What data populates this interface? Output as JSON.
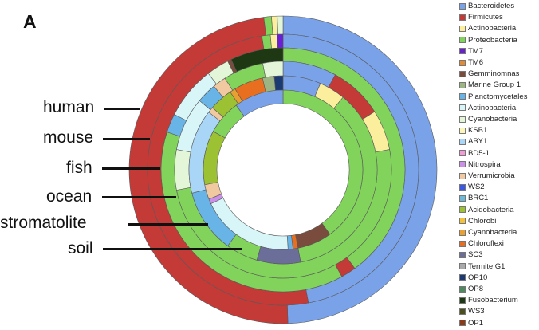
{
  "panel_letter": "A",
  "colors": {
    "Bacteroidetes": "#7aa2e8",
    "Firmicutes": "#c33a37",
    "Actinobacteria": "#fbee9c",
    "Proteobacteria": "#82d35b",
    "TM7": "#6a1fd4",
    "TM6": "#e38b2e",
    "Gemminomnas": "#7a4c3d",
    "Marine Group 1": "#9cb582",
    "Planctomycetales": "#69b4e6",
    "Actinobacteria (2)": "#d8f6f8",
    "Cyanobacteria": "#e4f6d8",
    "KSB1": "#fbf6ba",
    "ABY1": "#a9d6f7",
    "BD5-1": "#f49ad9",
    "Nitrospira": "#cc8fe8",
    "Verrumicrobia": "#f1c9a1",
    "WS2": "#3c59e6",
    "BRC1": "#6fb8d6",
    "Acidobacteria": "#9cc234",
    "Chlorobi": "#f1c23a",
    "Cyanobacteria (2)": "#e8a030",
    "Chloroflexi": "#e86f1f",
    "SC3": "#6b6e99",
    "Termite G1": "#a9a9a9",
    "OP10": "#1c3a72",
    "OP8": "#4f8a5e",
    "Fusobacterium": "#1e3814",
    "WS3": "#4c4e1e",
    "OP1": "#8c3b1a"
  },
  "chart_data": {
    "type": "nested-donut",
    "start_angle_deg": 0,
    "direction": "clockwise",
    "legend": [
      {
        "label": "Bacteroidetes",
        "color_key": "Bacteroidetes"
      },
      {
        "label": "Firmicutes",
        "color_key": "Firmicutes"
      },
      {
        "label": "Actinobacteria",
        "color_key": "Actinobacteria"
      },
      {
        "label": "Proteobacteria",
        "color_key": "Proteobacteria"
      },
      {
        "label": "TM7",
        "color_key": "TM7"
      },
      {
        "label": "TM6",
        "color_key": "TM6"
      },
      {
        "label": "Gemminomnas",
        "color_key": "Gemminomnas"
      },
      {
        "label": "Marine Group 1",
        "color_key": "Marine Group 1"
      },
      {
        "label": "Planctomycetales",
        "color_key": "Planctomycetales"
      },
      {
        "label": "Actinobacteria",
        "color_key": "Actinobacteria (2)"
      },
      {
        "label": "Cyanobacteria",
        "color_key": "Cyanobacteria"
      },
      {
        "label": "KSB1",
        "color_key": "KSB1"
      },
      {
        "label": "ABY1",
        "color_key": "ABY1"
      },
      {
        "label": "BD5-1",
        "color_key": "BD5-1"
      },
      {
        "label": "Nitrospira",
        "color_key": "Nitrospira"
      },
      {
        "label": "Verrumicrobia",
        "color_key": "Verrumicrobia"
      },
      {
        "label": "WS2",
        "color_key": "WS2"
      },
      {
        "label": "BRC1",
        "color_key": "BRC1"
      },
      {
        "label": "Acidobacteria",
        "color_key": "Acidobacteria"
      },
      {
        "label": "Chlorobi",
        "color_key": "Chlorobi"
      },
      {
        "label": "Cyanobacteria",
        "color_key": "Cyanobacteria (2)"
      },
      {
        "label": "Chloroflexi",
        "color_key": "Chloroflexi"
      },
      {
        "label": "SC3",
        "color_key": "SC3"
      },
      {
        "label": "Termite G1",
        "color_key": "Termite G1"
      },
      {
        "label": "OP10",
        "color_key": "OP10"
      },
      {
        "label": "OP8",
        "color_key": "OP8"
      },
      {
        "label": "Fusobacterium",
        "color_key": "Fusobacterium"
      },
      {
        "label": "WS3",
        "color_key": "WS3"
      },
      {
        "label": "OP1",
        "color_key": "OP1"
      }
    ],
    "rings": [
      {
        "name": "human",
        "segments": [
          {
            "key": "Bacteroidetes",
            "value": 49.5
          },
          {
            "key": "Firmicutes",
            "value": 48.5
          },
          {
            "key": "Proteobacteria",
            "value": 0.8
          },
          {
            "key": "Actinobacteria",
            "value": 0.6
          },
          {
            "key": "Cyanobacteria",
            "value": 0.6
          }
        ]
      },
      {
        "name": "mouse",
        "segments": [
          {
            "key": "Bacteroidetes",
            "value": 47.0
          },
          {
            "key": "Firmicutes",
            "value": 50.5
          },
          {
            "key": "Proteobacteria",
            "value": 1.0
          },
          {
            "key": "Actinobacteria",
            "value": 0.8
          },
          {
            "key": "TM7",
            "value": 0.7
          }
        ]
      },
      {
        "name": "fish",
        "segments": [
          {
            "key": "Proteobacteria",
            "value": 40.0
          },
          {
            "key": "Firmicutes",
            "value": 2.0
          },
          {
            "key": "Proteobacteria",
            "value": 38.0
          },
          {
            "key": "Planctomycetales",
            "value": 2.5
          },
          {
            "key": "Actinobacteria (2)",
            "value": 7.0
          },
          {
            "key": "Cyanobacteria",
            "value": 3.0
          },
          {
            "key": "Gemminomnas",
            "value": 0.5
          },
          {
            "key": "Fusobacterium",
            "value": 7.0
          }
        ]
      },
      {
        "name": "ocean",
        "segments": [
          {
            "key": "Bacteroidetes",
            "value": 8.0
          },
          {
            "key": "Firmicutes",
            "value": 8.0
          },
          {
            "key": "Actinobacteria",
            "value": 6.0
          },
          {
            "key": "Proteobacteria",
            "value": 50.0
          },
          {
            "key": "Cyanobacteria",
            "value": 6.0
          },
          {
            "key": "Actinobacteria (2)",
            "value": 8.0
          },
          {
            "key": "Planctomycetales",
            "value": 3.0
          },
          {
            "key": "Verrumicrobia",
            "value": 2.0
          },
          {
            "key": "Proteobacteria",
            "value": 6.0
          },
          {
            "key": "Cyanobacteria",
            "value": 3.0
          }
        ]
      },
      {
        "name": "stromatolite",
        "segments": [
          {
            "key": "Bacteroidetes",
            "value": 6.5
          },
          {
            "key": "Actinobacteria",
            "value": 4.5
          },
          {
            "key": "Proteobacteria",
            "value": 36.0
          },
          {
            "key": "SC3",
            "value": 7.5
          },
          {
            "key": "Proteobacteria",
            "value": 5.5
          },
          {
            "key": "Planctomycetales",
            "value": 11.0
          },
          {
            "key": "ABY1",
            "value": 14.5
          },
          {
            "key": "Verrumicrobia",
            "value": 1.0
          },
          {
            "key": "Acidobacteria",
            "value": 4.0
          },
          {
            "key": "Cyanobacteria (2)",
            "value": 1.0
          },
          {
            "key": "Chloroflexi",
            "value": 5.0
          },
          {
            "key": "Marine Group 1",
            "value": 2.0
          },
          {
            "key": "OP10",
            "value": 1.5
          }
        ]
      },
      {
        "name": "soil",
        "segments": [
          {
            "key": "Proteobacteria",
            "value": 40.0
          },
          {
            "key": "Gemminomnas",
            "value": 7.0
          },
          {
            "key": "Chloroflexi",
            "value": 1.0
          },
          {
            "key": "Planctomycetales",
            "value": 1.0
          },
          {
            "key": "Actinobacteria (2)",
            "value": 19.0
          },
          {
            "key": "Nitrospira",
            "value": 1.0
          },
          {
            "key": "Verrumicrobia",
            "value": 3.0
          },
          {
            "key": "Acidobacteria",
            "value": 11.0
          },
          {
            "key": "Proteobacteria",
            "value": 7.0
          },
          {
            "key": "Bacteroidetes",
            "value": 10.0
          }
        ]
      }
    ]
  }
}
